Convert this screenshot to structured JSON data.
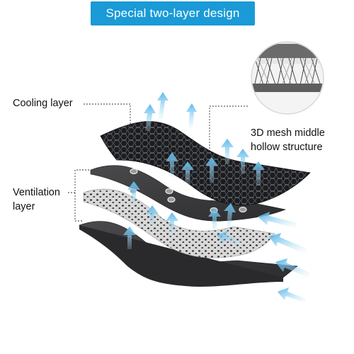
{
  "banner": {
    "title": "Special two-layer design"
  },
  "labels": {
    "cooling": "Cooling layer",
    "ventilation_line1": "Ventilation",
    "ventilation_line2": "layer",
    "mesh_line1": "3D mesh middle",
    "mesh_line2": "hollow structure"
  },
  "colors": {
    "banner_bg": "#1a9ad6",
    "arrow_blue": "#6fc3ef",
    "dark_layer": "#3a3a3c",
    "mesh_layer": "#1e1f22",
    "dotted_layer": "#cfcfcf"
  },
  "icons": {
    "airflow": "air-flow-arrow-icon",
    "eyelet": "metal-eyelet-icon",
    "magnifier": "mesh-closeup-icon"
  }
}
